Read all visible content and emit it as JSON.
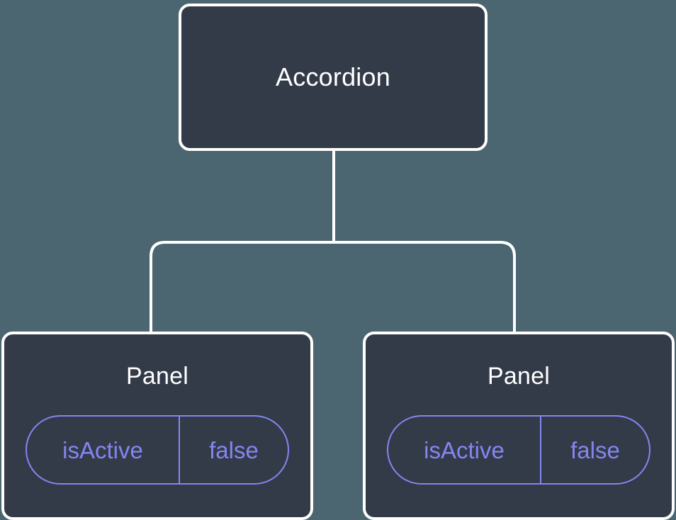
{
  "diagram": {
    "type": "component-tree",
    "background_color": "#4b6670",
    "node_fill_color": "#333b49",
    "node_border_color": "#ffffff",
    "accent_color": "#8486f0",
    "edge_color": "#ffffff",
    "root": {
      "label": "Accordion"
    },
    "children": [
      {
        "label": "Panel",
        "state": {
          "key": "isActive",
          "value": "false"
        }
      },
      {
        "label": "Panel",
        "state": {
          "key": "isActive",
          "value": "false"
        }
      }
    ]
  }
}
